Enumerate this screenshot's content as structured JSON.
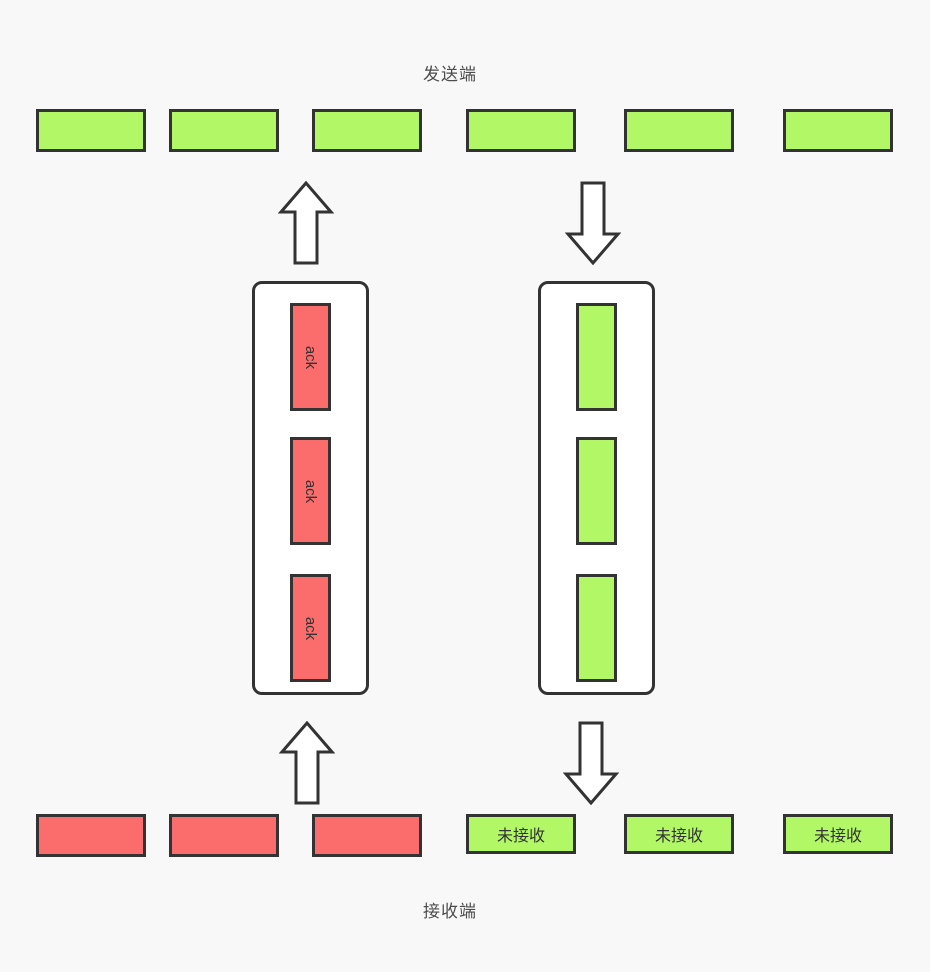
{
  "diagram_title": "stop-and-wait / ack transmission diagram",
  "labels": {
    "sender": "发送端",
    "receiver": "接收端"
  },
  "colors": {
    "background": "#f8f8f8",
    "packet_green": "#b2f866",
    "packet_red": "#fb6c6c",
    "stroke": "#333333",
    "label_text": "#4d4d4d"
  },
  "sender_row": {
    "packet_count": 6,
    "packet_color": "green"
  },
  "ack_channel": {
    "side": "left",
    "direction": "up",
    "items": [
      {
        "label": "ack"
      },
      {
        "label": "ack"
      },
      {
        "label": "ack"
      }
    ]
  },
  "data_channel": {
    "side": "right",
    "direction": "down",
    "item_count": 3,
    "item_color": "green"
  },
  "receiver_row": {
    "received_packet_count": 3,
    "received_packet_color": "red",
    "unreceived": [
      {
        "label": "未接收"
      },
      {
        "label": "未接收"
      },
      {
        "label": "未接收"
      }
    ]
  }
}
